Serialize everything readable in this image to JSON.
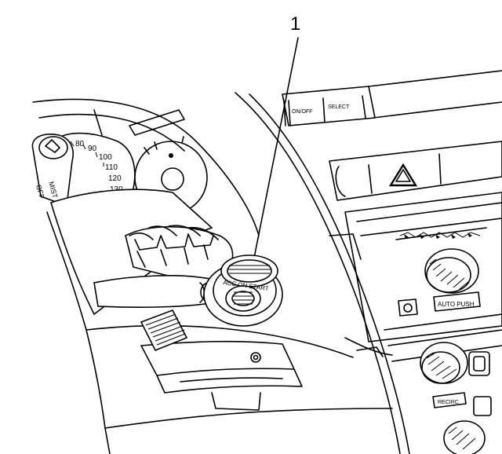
{
  "figure": {
    "callout_number": "1",
    "speedometer": {
      "ticks": [
        "80",
        "90",
        "100",
        "110",
        "120",
        "130"
      ]
    },
    "wiper_stalk": {
      "off": "OFF",
      "mist": "MIST"
    },
    "ignition": {
      "positions": "ACC ON START"
    },
    "hvac_top": {
      "on_off": "ON/OFF",
      "select": "SELECT"
    },
    "hvac": {
      "auto_push": "AUTO  PUSH",
      "recirc": "RECIRC"
    },
    "colors": {
      "ink": "#000000",
      "background": "#ffffff"
    }
  }
}
